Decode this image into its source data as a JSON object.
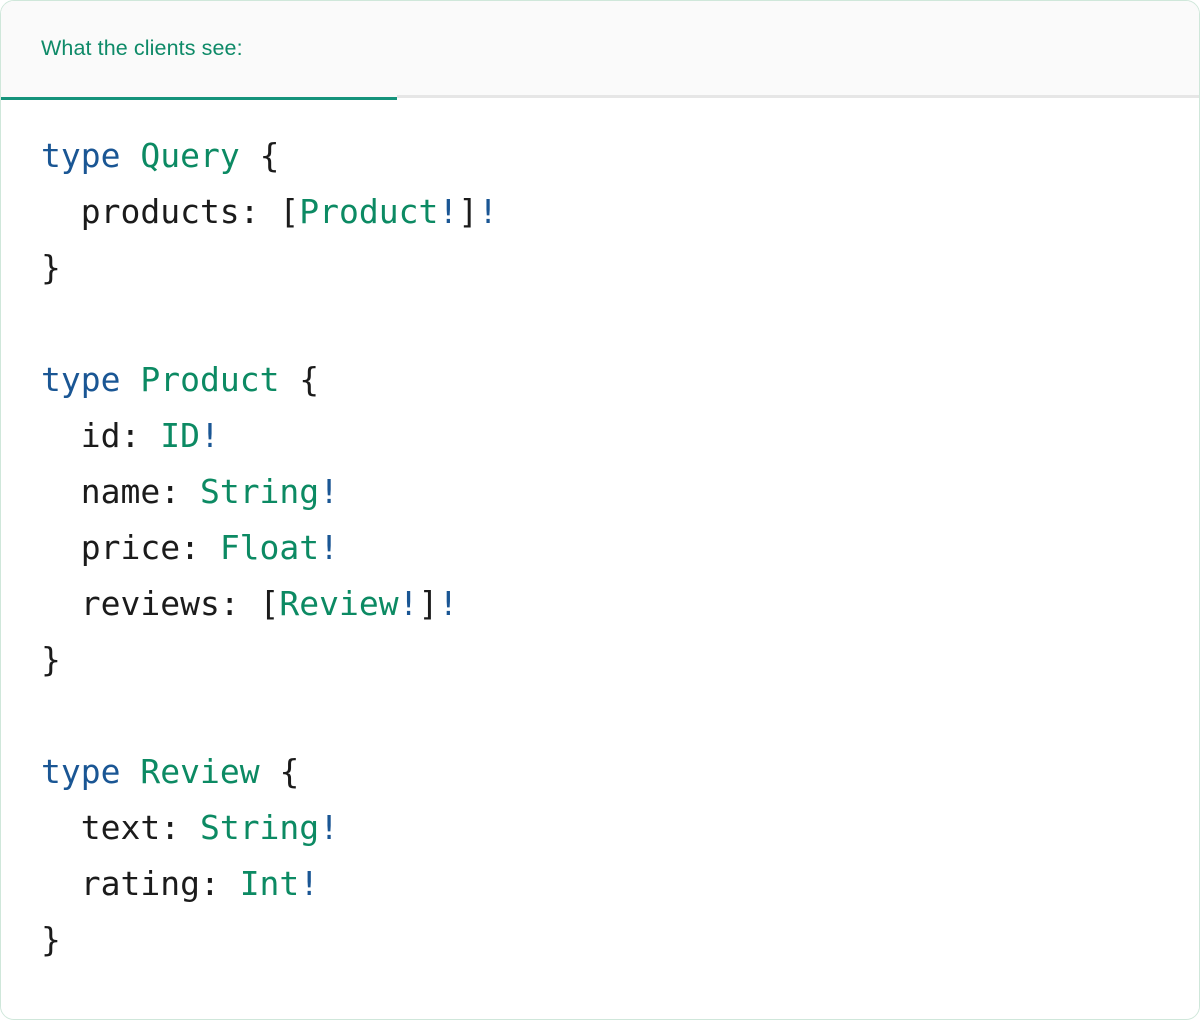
{
  "tabs": [
    {
      "label": "What the clients see:",
      "active": true
    }
  ],
  "colors": {
    "accent_green": "#0e8a68",
    "underline_green": "#15937b",
    "keyword_blue": "#1a5694",
    "type_green": "#0c8a63",
    "text_dark": "#1b1b1b",
    "header_bg": "#fafafa",
    "card_border": "#cfe7da",
    "divider": "#e6e6e6"
  },
  "code": {
    "language": "graphql",
    "lines": [
      {
        "tokens": [
          {
            "t": "type",
            "c": "kw"
          },
          {
            "t": " ",
            "c": "punc"
          },
          {
            "t": "Query",
            "c": "tname"
          },
          {
            "t": " {",
            "c": "punc"
          }
        ]
      },
      {
        "tokens": [
          {
            "t": "  products: [",
            "c": "punc"
          },
          {
            "t": "Product",
            "c": "tname"
          },
          {
            "t": "!",
            "c": "bang"
          },
          {
            "t": "]",
            "c": "punc"
          },
          {
            "t": "!",
            "c": "bang"
          }
        ]
      },
      {
        "tokens": [
          {
            "t": "}",
            "c": "punc"
          }
        ]
      },
      {
        "tokens": []
      },
      {
        "tokens": [
          {
            "t": "type",
            "c": "kw"
          },
          {
            "t": " ",
            "c": "punc"
          },
          {
            "t": "Product",
            "c": "tname"
          },
          {
            "t": " {",
            "c": "punc"
          }
        ]
      },
      {
        "tokens": [
          {
            "t": "  id: ",
            "c": "punc"
          },
          {
            "t": "ID",
            "c": "tname"
          },
          {
            "t": "!",
            "c": "bang"
          }
        ]
      },
      {
        "tokens": [
          {
            "t": "  name: ",
            "c": "punc"
          },
          {
            "t": "String",
            "c": "tname"
          },
          {
            "t": "!",
            "c": "bang"
          }
        ]
      },
      {
        "tokens": [
          {
            "t": "  price: ",
            "c": "punc"
          },
          {
            "t": "Float",
            "c": "tname"
          },
          {
            "t": "!",
            "c": "bang"
          }
        ]
      },
      {
        "tokens": [
          {
            "t": "  reviews: [",
            "c": "punc"
          },
          {
            "t": "Review",
            "c": "tname"
          },
          {
            "t": "!",
            "c": "bang"
          },
          {
            "t": "]",
            "c": "punc"
          },
          {
            "t": "!",
            "c": "bang"
          }
        ]
      },
      {
        "tokens": [
          {
            "t": "}",
            "c": "punc"
          }
        ]
      },
      {
        "tokens": []
      },
      {
        "tokens": [
          {
            "t": "type",
            "c": "kw"
          },
          {
            "t": " ",
            "c": "punc"
          },
          {
            "t": "Review",
            "c": "tname"
          },
          {
            "t": " {",
            "c": "punc"
          }
        ]
      },
      {
        "tokens": [
          {
            "t": "  text: ",
            "c": "punc"
          },
          {
            "t": "String",
            "c": "tname"
          },
          {
            "t": "!",
            "c": "bang"
          }
        ]
      },
      {
        "tokens": [
          {
            "t": "  rating: ",
            "c": "punc"
          },
          {
            "t": "Int",
            "c": "tname"
          },
          {
            "t": "!",
            "c": "bang"
          }
        ]
      },
      {
        "tokens": [
          {
            "t": "}",
            "c": "punc"
          }
        ]
      }
    ]
  }
}
